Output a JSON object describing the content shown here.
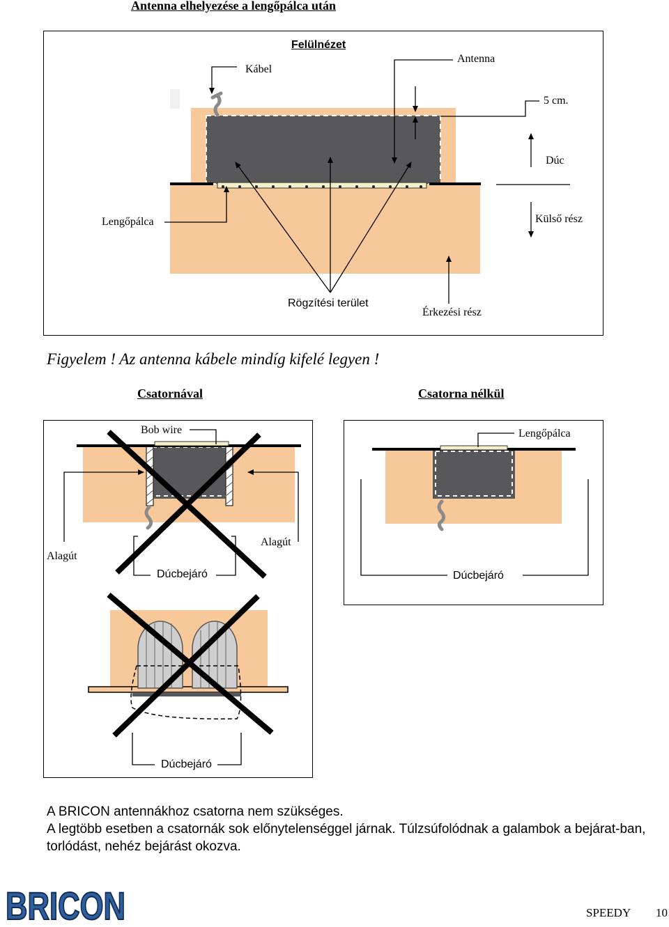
{
  "top_section": {
    "heading": "Antenna elhelyezése a lengőpálca után",
    "view_label": "Felülnézet",
    "cable_label": "Kábel",
    "antenna_label": "Antenna",
    "distance_label": "5 cm.",
    "duc_label": "Dúc",
    "swing_bar_label": "Lengőpálca",
    "outside_label": "Külső rész",
    "mount_area_label": "Rögzítési terület",
    "arrival_label": "Érkezési rész"
  },
  "warning": "Figyelem ! Az antenna kábele mindíg kifelé legyen !",
  "with_channel": {
    "heading": "Csatornával",
    "bob_wire_label": "Bob wire",
    "tunnel_left_label": "Alagút",
    "tunnel_right_label": "Alagút",
    "entrance_label": "Dúcbejáró"
  },
  "without_channel": {
    "heading": "Csatorna nélkül",
    "swing_bar_label": "Lengőpálca",
    "entrance_label": "Dúcbejáró"
  },
  "arch_panel": {
    "entrance_label": "Dúcbejáró"
  },
  "paragraph": {
    "line1": "A BRICON antennákhoz csatorna nem szükséges.",
    "line2": "A legtöbb esetben a csatornák sok előnytelenséggel járnak. Túlzsúfolódnak a galambok a bejárat-ban, torlódást, nehéz bejárást okozva."
  },
  "footer": {
    "logo_text": "BRICON",
    "product": "SPEEDY",
    "page_number": "10"
  },
  "colors": {
    "peach": "#f7c89a",
    "dark_grey": "#58585a",
    "logo_blue": "#2f5e9c"
  }
}
